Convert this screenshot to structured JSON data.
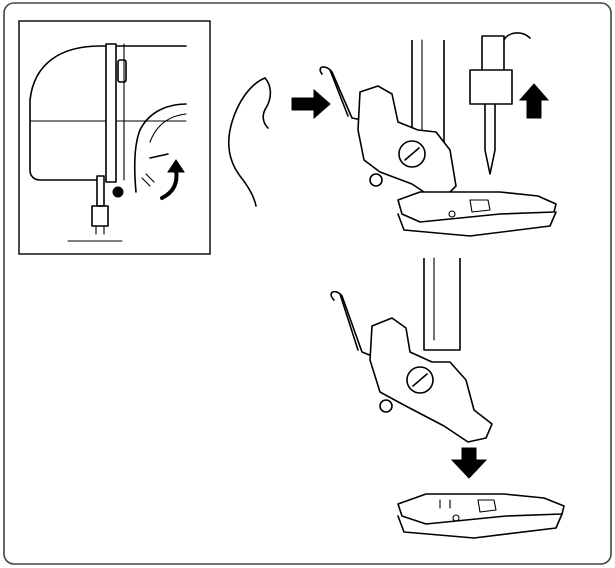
{
  "figure": {
    "panel_inset": "machine-overview-inset",
    "step_1": "lever-pushed-back-foot-released",
    "step_2": "foot-lowered-onto-holder",
    "colors": {
      "line": "#000000",
      "background": "#ffffff",
      "frame": "#444444"
    },
    "icons": [
      "finger-icon",
      "push-arrow-icon",
      "up-arrow-icon",
      "down-arrow-icon",
      "curved-arrow-icon"
    ]
  }
}
